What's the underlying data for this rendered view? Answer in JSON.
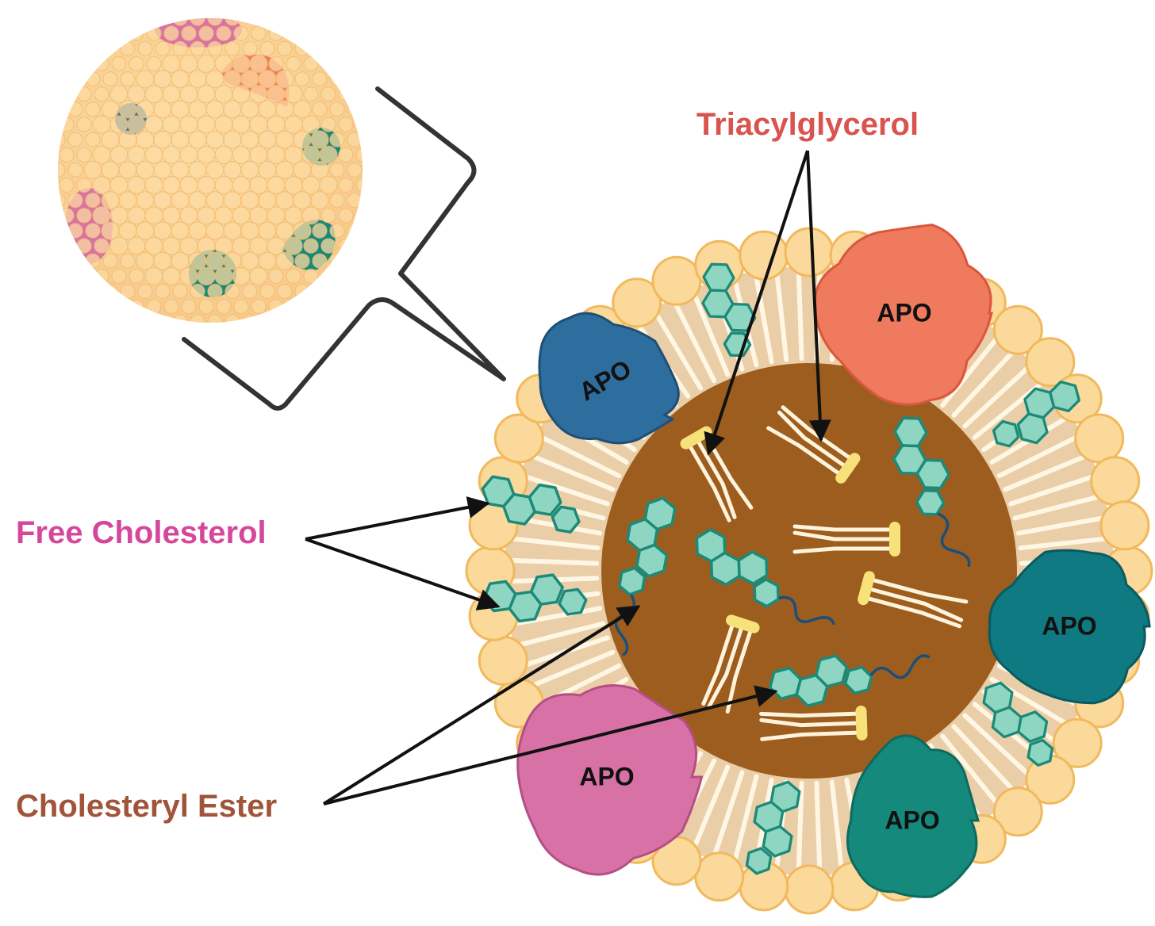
{
  "labels": {
    "triacylglycerol": "Triacylglycerol",
    "free_cholesterol": "Free Cholesterol",
    "cholesteryl_ester": "Cholesteryl Ester"
  },
  "apo_proteins": [
    {
      "label": "APO",
      "color": "#2e6e9e"
    },
    {
      "label": "APO",
      "color": "#ef7a5e"
    },
    {
      "label": "APO",
      "color": "#0f7a82"
    },
    {
      "label": "APO",
      "color": "#d872a6"
    },
    {
      "label": "APO",
      "color": "#15897c"
    }
  ],
  "colors": {
    "triacylglycerol_label": "#d9534f",
    "free_cholesterol_label": "#d6479c",
    "cholesteryl_ester_label": "#a0553a",
    "core": "#9c5d1e",
    "phospholipid_head": "#fbd99a",
    "phospholipid_edge": "#f1b95c",
    "cholesterol_ring": "#8fd6c2",
    "cholesterol_edge": "#1c8a79",
    "tg_head": "#f7e27a"
  }
}
